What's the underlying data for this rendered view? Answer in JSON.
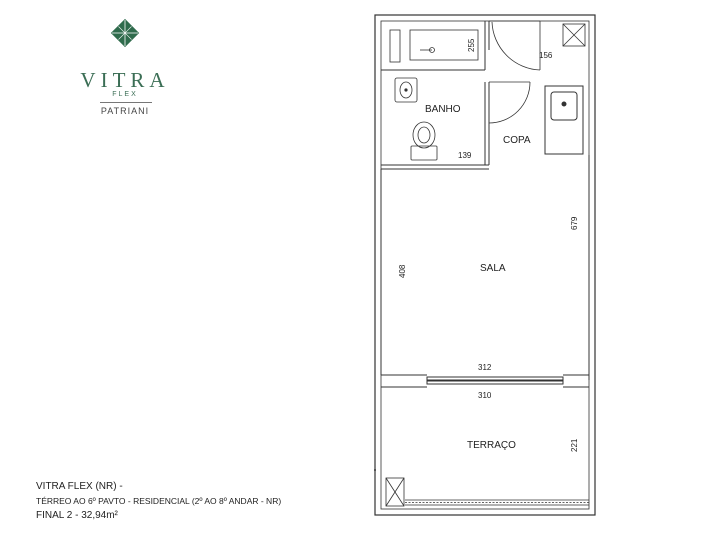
{
  "brand": {
    "name": "VITRA",
    "sub": "FLEX",
    "developer": "PATRIANI",
    "mark_color": "#2f6b4c"
  },
  "caption": {
    "line1": "VITRA FLEX (NR) -",
    "line2": "TÉRREO AO 6º PAVTO - RESIDENCIAL (2º AO 8º ANDAR - NR)",
    "line3": "FINAL 2 - 32,94m²"
  },
  "rooms": {
    "banho": "BANHO",
    "copa": "COPA",
    "sala": "SALA",
    "terraco": "TERRAÇO"
  },
  "dimensions": {
    "d255": "255",
    "d156": "156",
    "d139": "139",
    "d679": "679",
    "d408": "408",
    "d312": "312",
    "d310": "310",
    "d221": "221"
  }
}
